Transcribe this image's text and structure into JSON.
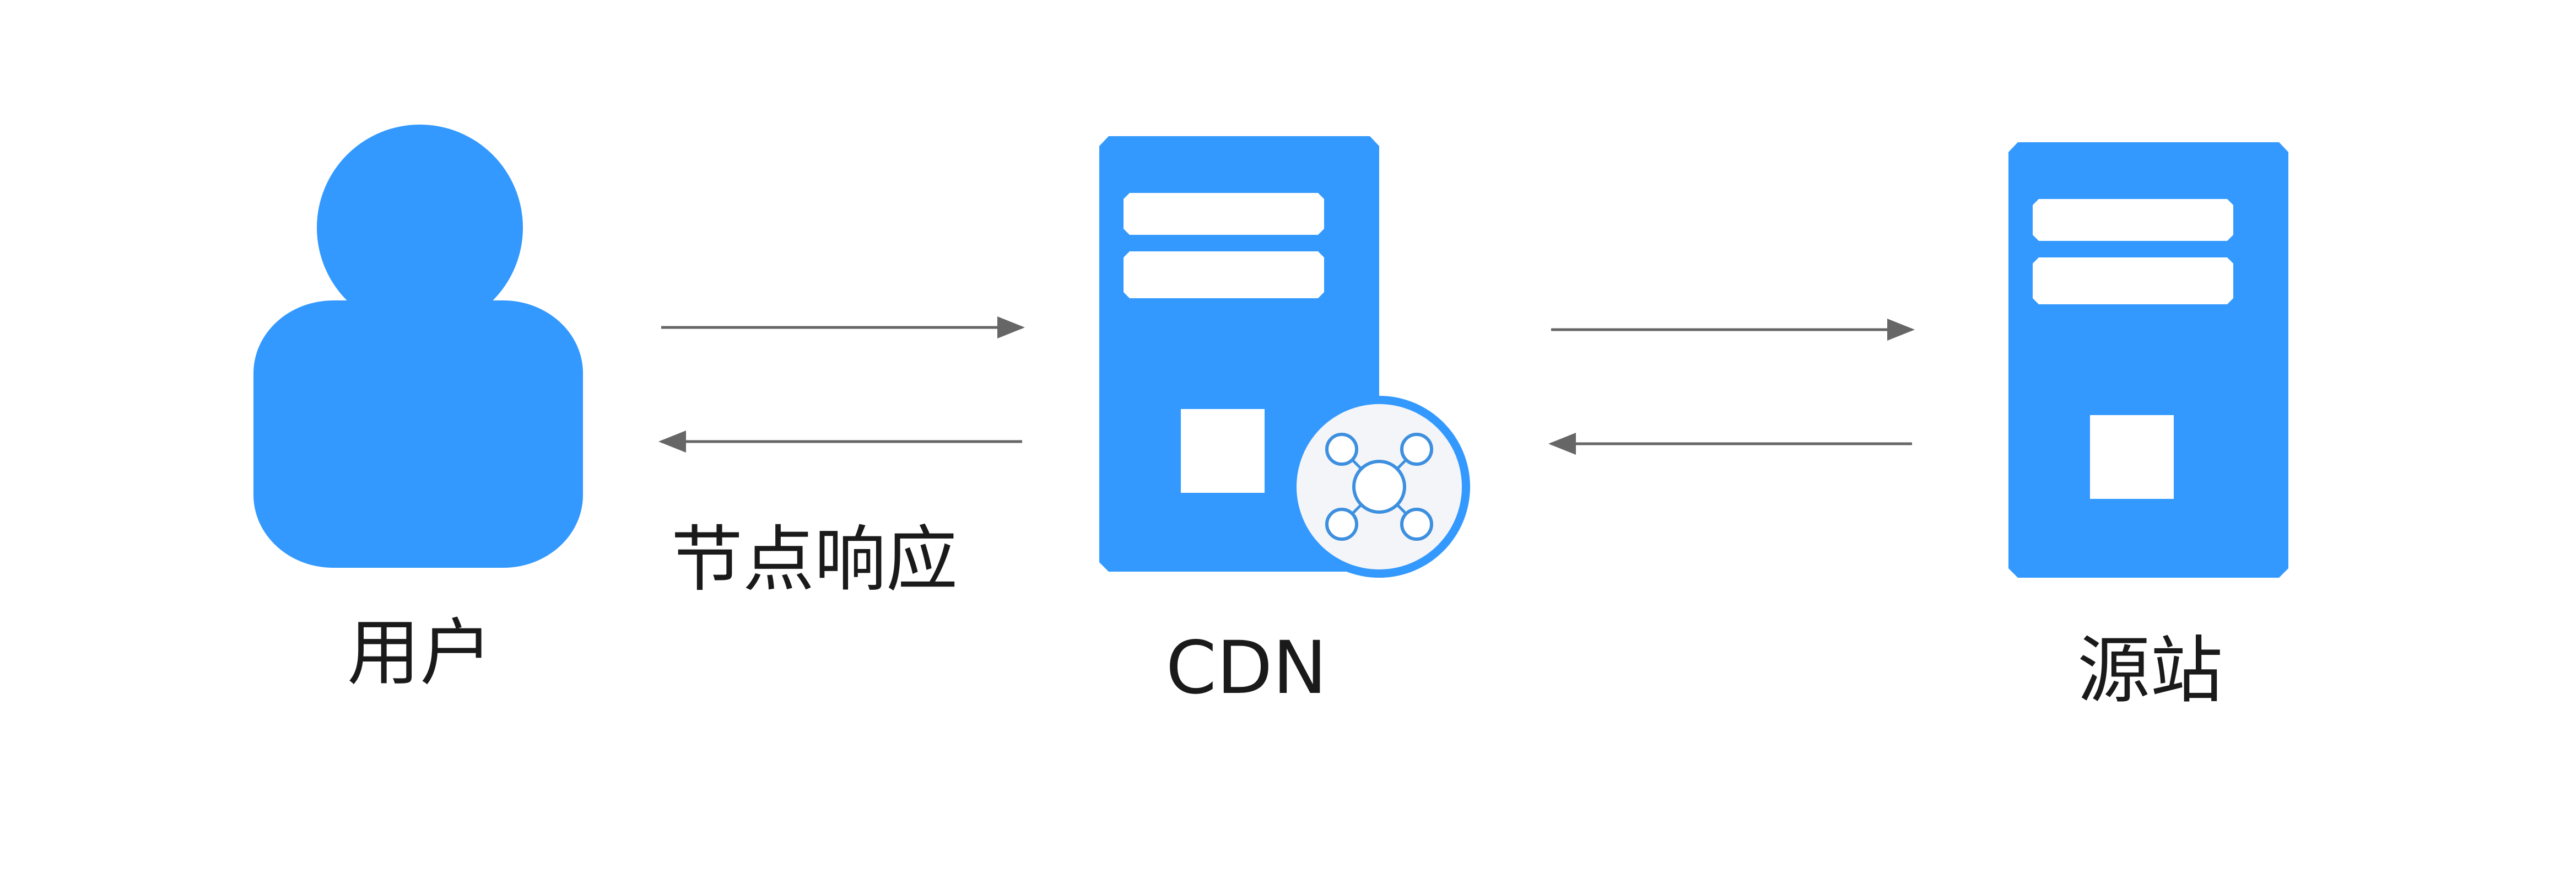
{
  "colors": {
    "primary": "#3399ff",
    "arrow": "#666666",
    "text": "#1a1a1a",
    "background": "#ffffff"
  },
  "nodes": {
    "user": {
      "label": "用户",
      "icon": "user-icon"
    },
    "cdn": {
      "label": "CDN",
      "icon": "cdn-server-icon",
      "badge_icon": "network-nodes-icon"
    },
    "origin": {
      "label": "源站",
      "icon": "origin-server-icon"
    }
  },
  "edges": {
    "user_cdn_label": "节点响应"
  }
}
